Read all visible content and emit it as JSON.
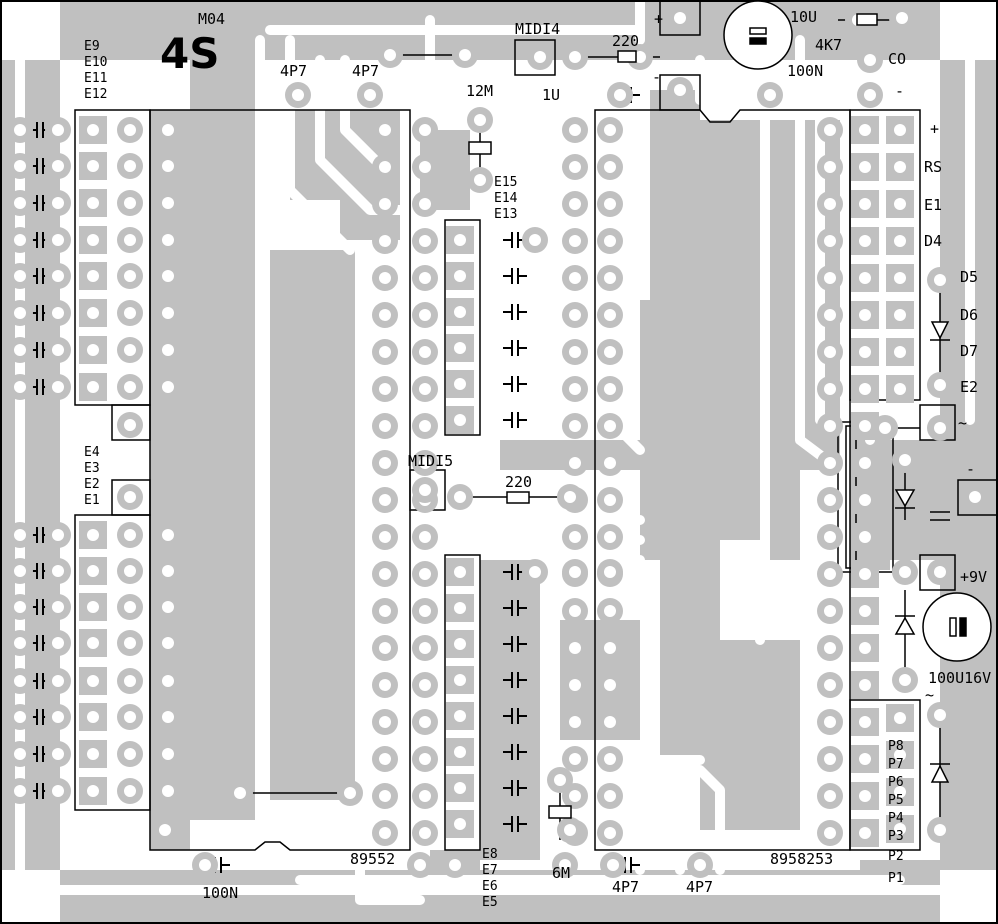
{
  "board": {
    "colors": {
      "background": "#ffffff",
      "copper": "#c0c0c0",
      "silkscreen": "#000000",
      "drill": "#ffffff"
    },
    "logo_text": "4S",
    "labels": {
      "title": "M04",
      "midi14": "MIDI4",
      "midi15": "MIDI5",
      "chip_left": "89552",
      "chip_right": "8958253",
      "r1": "220",
      "r2": "220",
      "c_4p7_a": "4P7",
      "c_4p7_b": "4P7",
      "c_4p7_c": "4P7",
      "c_4p7_d": "4P7",
      "xtal_12m": "12M",
      "xtal_6m": "6M",
      "c_1u": "1U",
      "c_10u": "10U",
      "c_100n_top": "100N",
      "c_100n_bot": "100N",
      "r_4k7": "4K7",
      "c_100u16v": "100U16V",
      "plus9v": "+9V",
      "co": "CO",
      "minus_a": "-",
      "minus_b": "-",
      "minus_c": "-",
      "plus_a": "+",
      "plus_b": "+",
      "tilde_a": "~",
      "tilde_b": "~",
      "rs": "RS",
      "e1_right": "E1",
      "d4": "D4",
      "d5": "D5",
      "d6": "D6",
      "d7": "D7",
      "e2_right": "E2",
      "e9": "E9",
      "e10": "E10",
      "e11": "E11",
      "e12": "E12",
      "e4": "E4",
      "e3": "E3",
      "e2": "E2",
      "e1": "E1",
      "e15": "E15",
      "e14": "E14",
      "e13": "E13",
      "e8": "E8",
      "e7": "E7",
      "e6": "E6",
      "e5": "E5",
      "p8": "P8",
      "p7": "P7",
      "p6": "P6",
      "p5": "P5",
      "p4": "P4",
      "p3": "P3",
      "p2": "P2",
      "p1": "P1"
    }
  }
}
